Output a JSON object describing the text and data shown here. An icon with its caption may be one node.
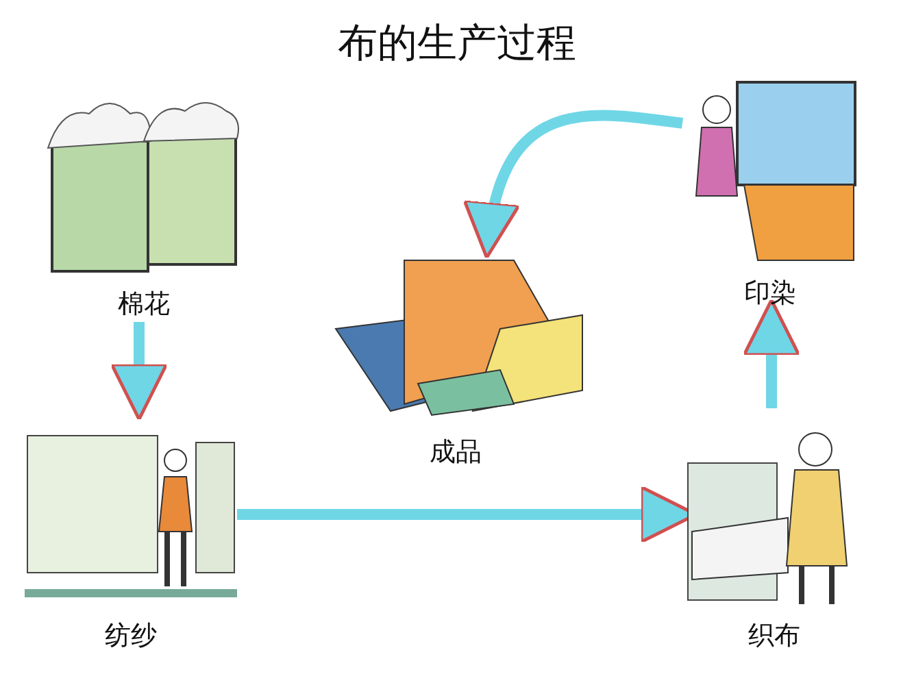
{
  "diagram": {
    "title": "布的生产过程",
    "nodes": [
      {
        "text": [
          "棉花"
        ]
      },
      {
        "text": [
          "纺纱"
        ]
      },
      {
        "text": [
          "成品"
        ]
      },
      {
        "text": [
          "印染"
        ]
      },
      {
        "text": [
          "织布"
        ]
      }
    ],
    "edges": [
      {
        "from": 0,
        "to": 1,
        "arrow": "to"
      },
      {
        "from": 1,
        "to": 4,
        "arrow": "to"
      },
      {
        "from": 4,
        "to": 3,
        "arrow": "to"
      },
      {
        "from": 3,
        "to": 2,
        "arrow": "to"
      }
    ]
  }
}
